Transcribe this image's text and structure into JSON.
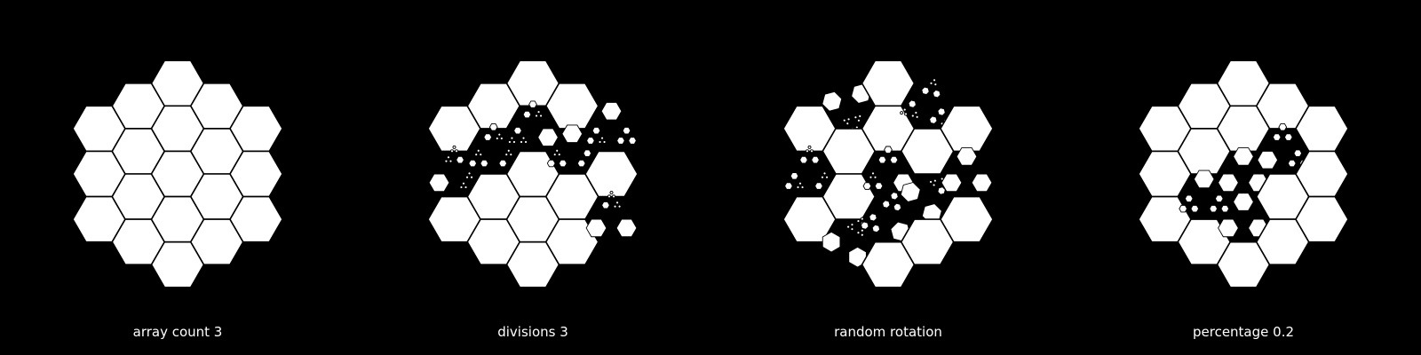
{
  "background_color": "#000000",
  "shape_color": "#ffffff",
  "panels": [
    {
      "caption": "array count 3",
      "variant": "base"
    },
    {
      "caption": "divisions 3",
      "variant": "subdivided-3"
    },
    {
      "caption": "random rotation",
      "variant": "random-rotation"
    },
    {
      "caption": "percentage 0.2",
      "variant": "percentage-0.2"
    }
  ]
}
